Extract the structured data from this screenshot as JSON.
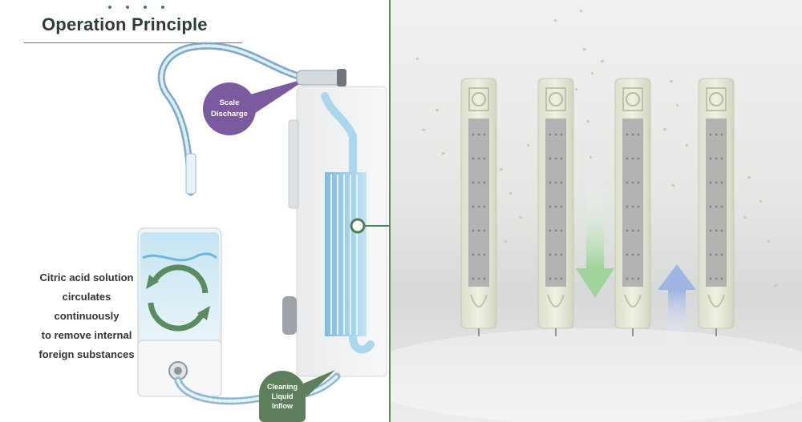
{
  "title": "Operation Principle",
  "caption_lines": [
    "Citric acid solution",
    "circulates",
    "continuously",
    "to remove internal",
    "foreign substances"
  ],
  "labels": {
    "scale_discharge": [
      "Scale",
      "Discharge"
    ],
    "cleaning_inflow": [
      "Cleaning",
      "Liquid",
      "Inflow"
    ]
  },
  "colors": {
    "accent_green": "#4c7d55",
    "scale_purple": "#7c5aa0",
    "flow_green_arrow": "#9fd49a",
    "flow_blue_arrow": "#9fb5e2"
  }
}
